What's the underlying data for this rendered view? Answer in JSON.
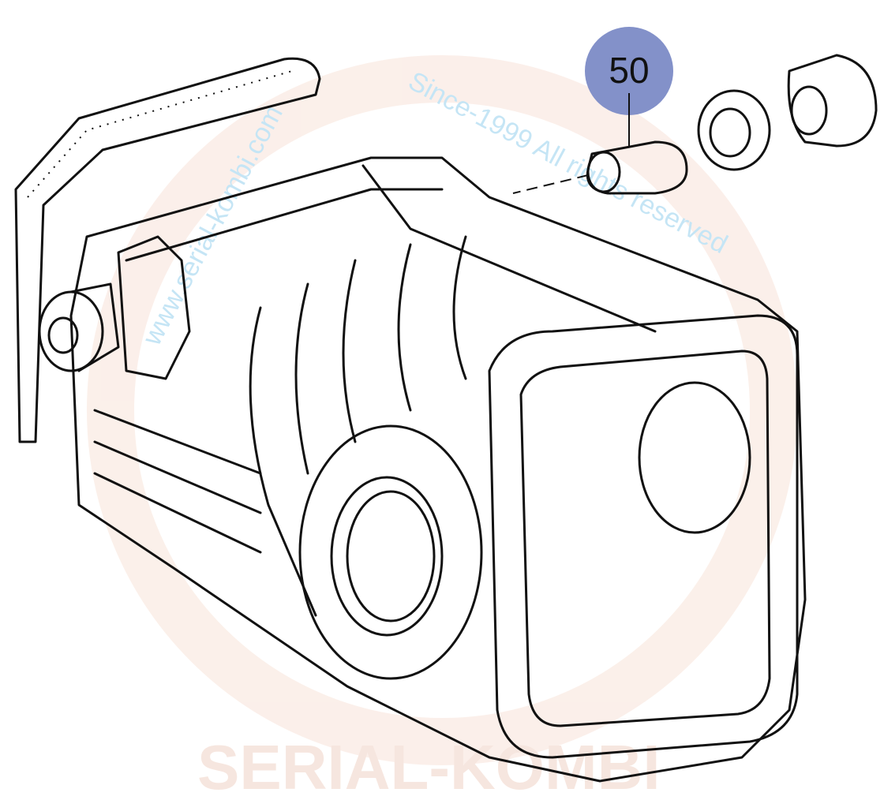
{
  "diagram": {
    "callouts": [
      {
        "label": "50",
        "color": "#8391c9"
      }
    ],
    "watermark": {
      "url": "www.serial-kombi.com",
      "since": "Since-1999 All rights reserved",
      "brand": "SERIAL-KOMBI"
    }
  }
}
